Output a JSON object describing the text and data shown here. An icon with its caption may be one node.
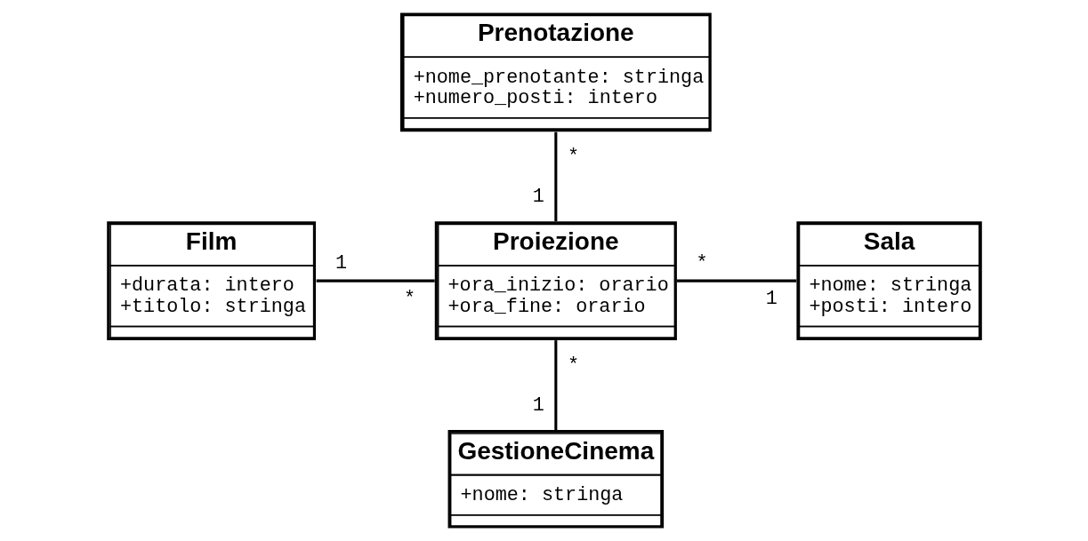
{
  "diagram": {
    "nodes": [
      {
        "text": [
          "Prenotazione",
          "+nome_prenotante: stringa",
          "+numero_posti: intero"
        ]
      },
      {
        "text": [
          "Film",
          "+durata: intero",
          "+titolo: stringa"
        ]
      },
      {
        "text": [
          "Proiezione",
          "+ora_inizio: orario",
          "+ora_fine: orario"
        ]
      },
      {
        "text": [
          "Sala",
          "+nome: stringa",
          "+posti: intero"
        ]
      },
      {
        "text": [
          "GestioneCinema",
          "+nome: stringa"
        ]
      }
    ],
    "edges": [
      {
        "from": 0,
        "to": 2,
        "arrow": "none"
      },
      {
        "from": 1,
        "to": 2,
        "arrow": "none"
      },
      {
        "from": 2,
        "to": 3,
        "arrow": "none"
      },
      {
        "from": 2,
        "to": 4,
        "arrow": "none"
      }
    ],
    "labels": [
      "*",
      "1",
      "1",
      "*",
      "*",
      "1",
      "*",
      "1"
    ]
  }
}
